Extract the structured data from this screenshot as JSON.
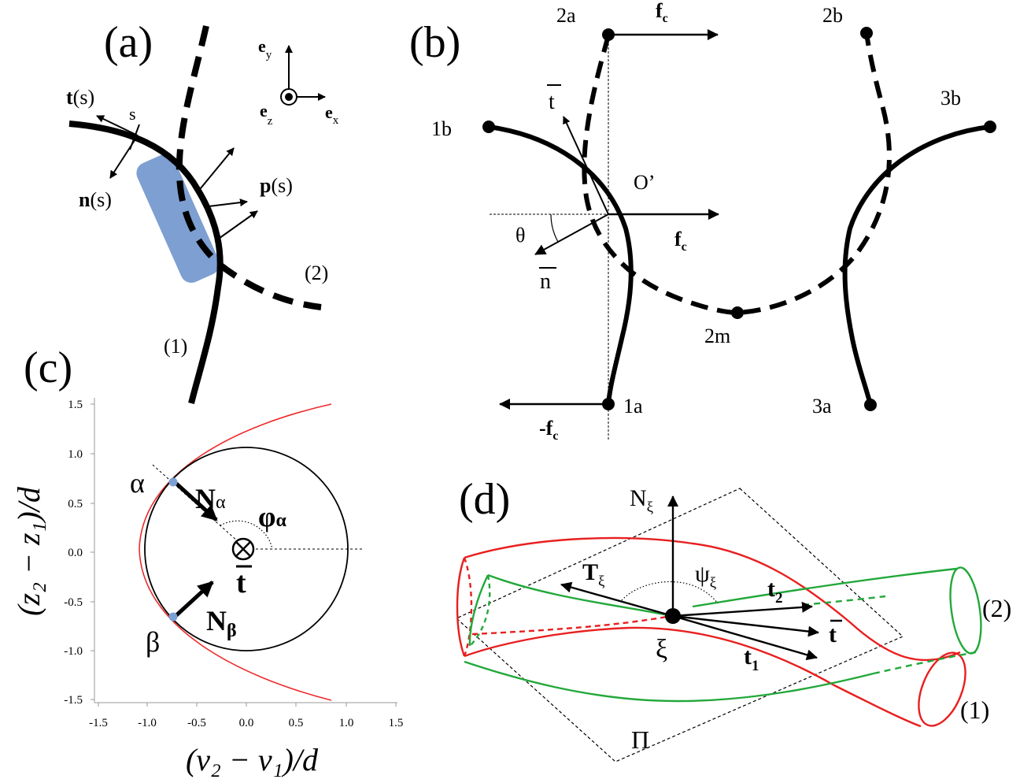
{
  "panel_a": {
    "label": "(a)",
    "axis_y": "e",
    "axis_y_sub": "y",
    "axis_x": "e",
    "axis_x_sub": "x",
    "axis_z": "e",
    "axis_z_sub": "z",
    "tangent": "t",
    "tangent_arg": "(s)",
    "arclength": "s",
    "normal": "n",
    "normal_arg": "(s)",
    "force": "p",
    "force_arg": "(s)",
    "fiber_1": "(1)",
    "fiber_2": "(2)",
    "colors": {
      "contact_band": "#6f95cd"
    }
  },
  "panel_b": {
    "label": "(b)",
    "point_2a": "2a",
    "point_2b": "2b",
    "point_1b": "1b",
    "point_3b": "3b",
    "point_1a": "1a",
    "point_3a": "3a",
    "point_2m": "2m",
    "origin": "O’",
    "force": "f",
    "force_sub": "c",
    "neg_force": "-f",
    "neg_force_sub": "c",
    "tbar": "t",
    "nbar": "n",
    "angle": "θ"
  },
  "panel_c": {
    "label": "(c)",
    "ylabel": "(z₂ − z₁)/d",
    "xlabel": "(v₂ − v₁)/d",
    "alpha": "α",
    "beta": "β",
    "N_alpha": "N",
    "N_alpha_sub": "α",
    "N_beta": "N",
    "N_beta_sub": "β",
    "phi_alpha": "φ",
    "phi_alpha_sub": "α",
    "tbar": "t",
    "xticks": [
      "-1.5",
      "-1.0",
      "-0.5",
      "0.0",
      "0.5",
      "1.0",
      "1.5"
    ],
    "yticks": [
      "1.5",
      "1.0",
      "0.5",
      "0.0",
      "-0.5",
      "-1.0",
      "-1.5"
    ],
    "colors": {
      "parabola": "#ee2a2a",
      "points": "#7aa0d4"
    }
  },
  "panel_d": {
    "label": "(d)",
    "N_xi": "N",
    "N_xi_sub": "ξ",
    "T_xi": "T",
    "T_xi_sub": "ξ",
    "psi_xi": "ψ",
    "psi_xi_sub": "ξ",
    "t2": "t",
    "t2_sub": "2",
    "tbar": "t",
    "t1": "t",
    "t1_sub": "1",
    "xi": "ξ",
    "plane": "Π",
    "fiber_2": "(2)",
    "fiber_1": "(1)",
    "colors": {
      "fiber_1": "#e81f1f",
      "fiber_2": "#22a83a"
    }
  }
}
